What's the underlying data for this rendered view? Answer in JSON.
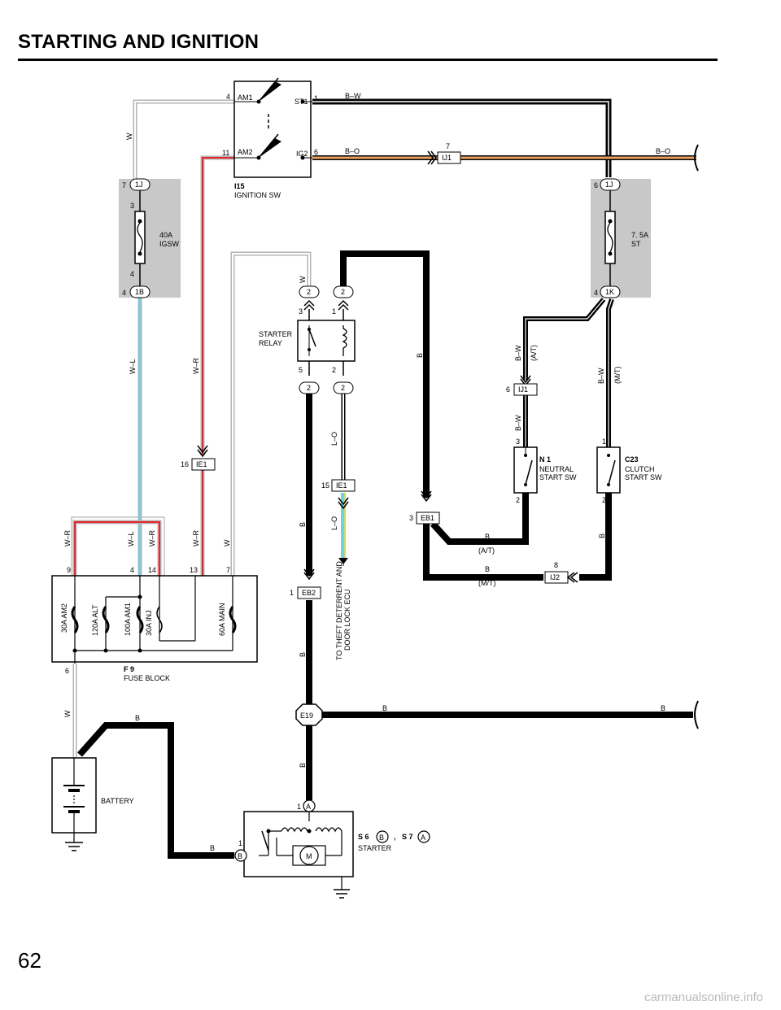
{
  "page": {
    "title": "STARTING AND IGNITION",
    "number": "62",
    "watermark": "carmanualsonline.info"
  },
  "colors": {
    "black_wire": "#000000",
    "w_wire": "#b4b4b4",
    "red": "#e8242c",
    "blue": "#5ed8ee",
    "orange": "#e8a060",
    "yellow": "#e8e030",
    "relay_block": "#c8c8c8"
  },
  "ignition_sw": {
    "code": "I15",
    "name": "IGNITION SW",
    "terms": {
      "am1": "AM1",
      "am2": "AM2",
      "st1": "ST1",
      "ig2": "IG2"
    },
    "pins": {
      "am1": "4",
      "am2": "11",
      "st1": "1",
      "ig2": "6"
    }
  },
  "wires": {
    "bw": "B–W",
    "bo": "B–O",
    "w": "W",
    "wl": "W–L",
    "wr": "W–R",
    "lo": "L–O",
    "b": "B"
  },
  "connectors": {
    "ij1": "IJ1",
    "ij1_pin_top": "7",
    "ij1_pin_mid": "6",
    "j1": "1J",
    "j1_pin_left": "7",
    "j1_pin_right": "6",
    "b1": "1B",
    "b1_pin": "4",
    "k1": "1K",
    "k1_pin": "4",
    "ie1": "IE1",
    "ie1_pin_left": "16",
    "ie1_pin_mid": "15",
    "eb1": "EB1",
    "eb1_pin": "3",
    "eb2": "EB2",
    "eb2_pin": "1",
    "ij2": "IJ2",
    "ij2_pin": "8",
    "e19": "E19",
    "relay_pin": "2"
  },
  "fuses": {
    "igsw_rating": "40A",
    "igsw_name": "IGSW",
    "igsw_pin_top": "3",
    "igsw_pin_bot": "4",
    "st_rating": "7. 5A",
    "st_name": "ST"
  },
  "starter_relay": {
    "name_l1": "STARTER",
    "name_l2": "RELAY",
    "pin_3": "3",
    "pin_1": "1",
    "pin_5": "5",
    "pin_2": "2"
  },
  "conditions": {
    "at": "(A/T)",
    "mt": "(M/T)"
  },
  "neutral_sw": {
    "code": "N 1",
    "name_l1": "NEUTRAL",
    "name_l2": "START SW",
    "pin_top": "3",
    "pin_bot": "2"
  },
  "clutch_sw": {
    "code": "C23",
    "name_l1": "CLUTCH",
    "name_l2": "START SW",
    "pin_top": "1",
    "pin_bot": "2"
  },
  "theft_ecu": {
    "line1": "TO THEFT DETERRENT AND",
    "line2": "DOOR LOCK ECU"
  },
  "fuse_block": {
    "code": "F 9",
    "name": "FUSE BLOCK",
    "fuses": [
      "30A AM2",
      "120A ALT",
      "100A AM1",
      "30A INJ",
      "60A MAIN"
    ],
    "pins": {
      "p9": "9",
      "p4": "4",
      "p14": "14",
      "p13": "13",
      "p7": "7",
      "p6": "6"
    }
  },
  "battery": {
    "name": "BATTERY"
  },
  "starter": {
    "code_s6": "S 6",
    "code_s7": "S 7",
    "sep": ",",
    "name": "STARTER",
    "term_a": "A",
    "term_b": "B",
    "pin": "1",
    "motor": "M"
  }
}
